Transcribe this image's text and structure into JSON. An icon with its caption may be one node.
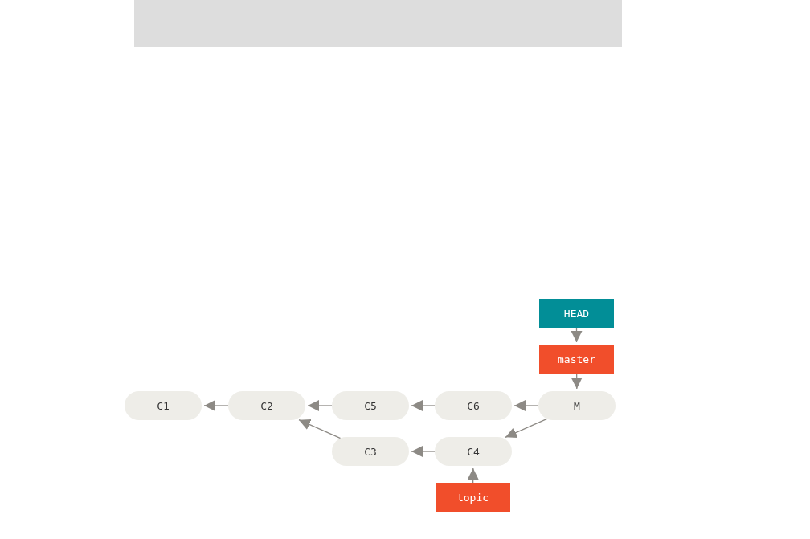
{
  "diagram": {
    "nodes": [
      {
        "text": [
          "HEAD"
        ]
      },
      {
        "text": [
          "master"
        ]
      },
      {
        "text": [
          "C1"
        ]
      },
      {
        "text": [
          "C2"
        ]
      },
      {
        "text": [
          "C5"
        ]
      },
      {
        "text": [
          "C6"
        ]
      },
      {
        "text": [
          "M"
        ]
      },
      {
        "text": [
          "C3"
        ]
      },
      {
        "text": [
          "C4"
        ]
      },
      {
        "text": [
          "topic"
        ]
      }
    ],
    "edges": [
      {
        "from": 0,
        "to": 1,
        "arrow": "to"
      },
      {
        "from": 1,
        "to": 6,
        "arrow": "to"
      },
      {
        "from": 6,
        "to": 5,
        "arrow": "to"
      },
      {
        "from": 5,
        "to": 4,
        "arrow": "to"
      },
      {
        "from": 4,
        "to": 3,
        "arrow": "to"
      },
      {
        "from": 3,
        "to": 2,
        "arrow": "to"
      },
      {
        "from": 6,
        "to": 8,
        "arrow": "to"
      },
      {
        "from": 8,
        "to": 7,
        "arrow": "to"
      },
      {
        "from": 7,
        "to": 3,
        "arrow": "to"
      },
      {
        "from": 9,
        "to": 8,
        "arrow": "to"
      }
    ]
  }
}
